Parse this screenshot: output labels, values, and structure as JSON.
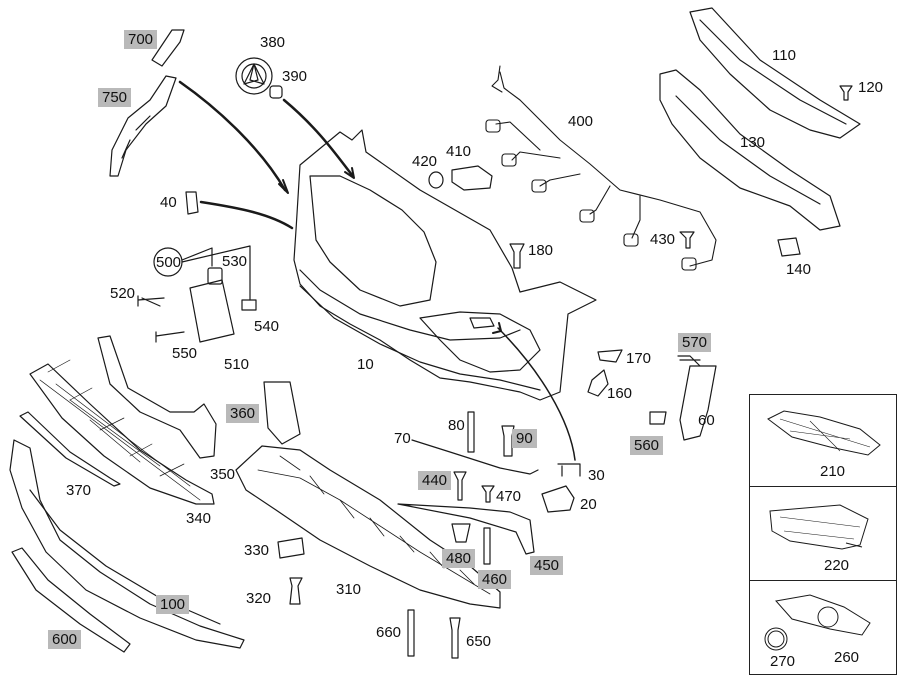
{
  "colors": {
    "line": "#1a1a1a",
    "highlight": "#b9b9b9",
    "background": "#ffffff"
  },
  "labels": {
    "p700": "700",
    "p750": "750",
    "p380": "380",
    "p390": "390",
    "p40": "40",
    "p410": "410",
    "p420": "420",
    "p400": "400",
    "p110": "110",
    "p120": "120",
    "p130": "130",
    "p140": "140",
    "p180": "180",
    "p430": "430",
    "p500": "500",
    "p520": "520",
    "p530": "530",
    "p540": "540",
    "p550": "550",
    "p510": "510",
    "p10": "10",
    "p170": "170",
    "p160": "160",
    "p570": "570",
    "p360": "360",
    "p350": "350",
    "p370": "370",
    "p340": "340",
    "p80": "80",
    "p70": "70",
    "p90": "90",
    "p30": "30",
    "p440": "440",
    "p470": "470",
    "p20": "20",
    "p560": "560",
    "p60": "60",
    "p330": "330",
    "p480": "480",
    "p450": "450",
    "p460": "460",
    "p320": "320",
    "p310": "310",
    "p100": "100",
    "p600": "600",
    "p660": "660",
    "p650": "650",
    "p210": "210",
    "p220": "220",
    "p270": "270",
    "p260": "260"
  }
}
